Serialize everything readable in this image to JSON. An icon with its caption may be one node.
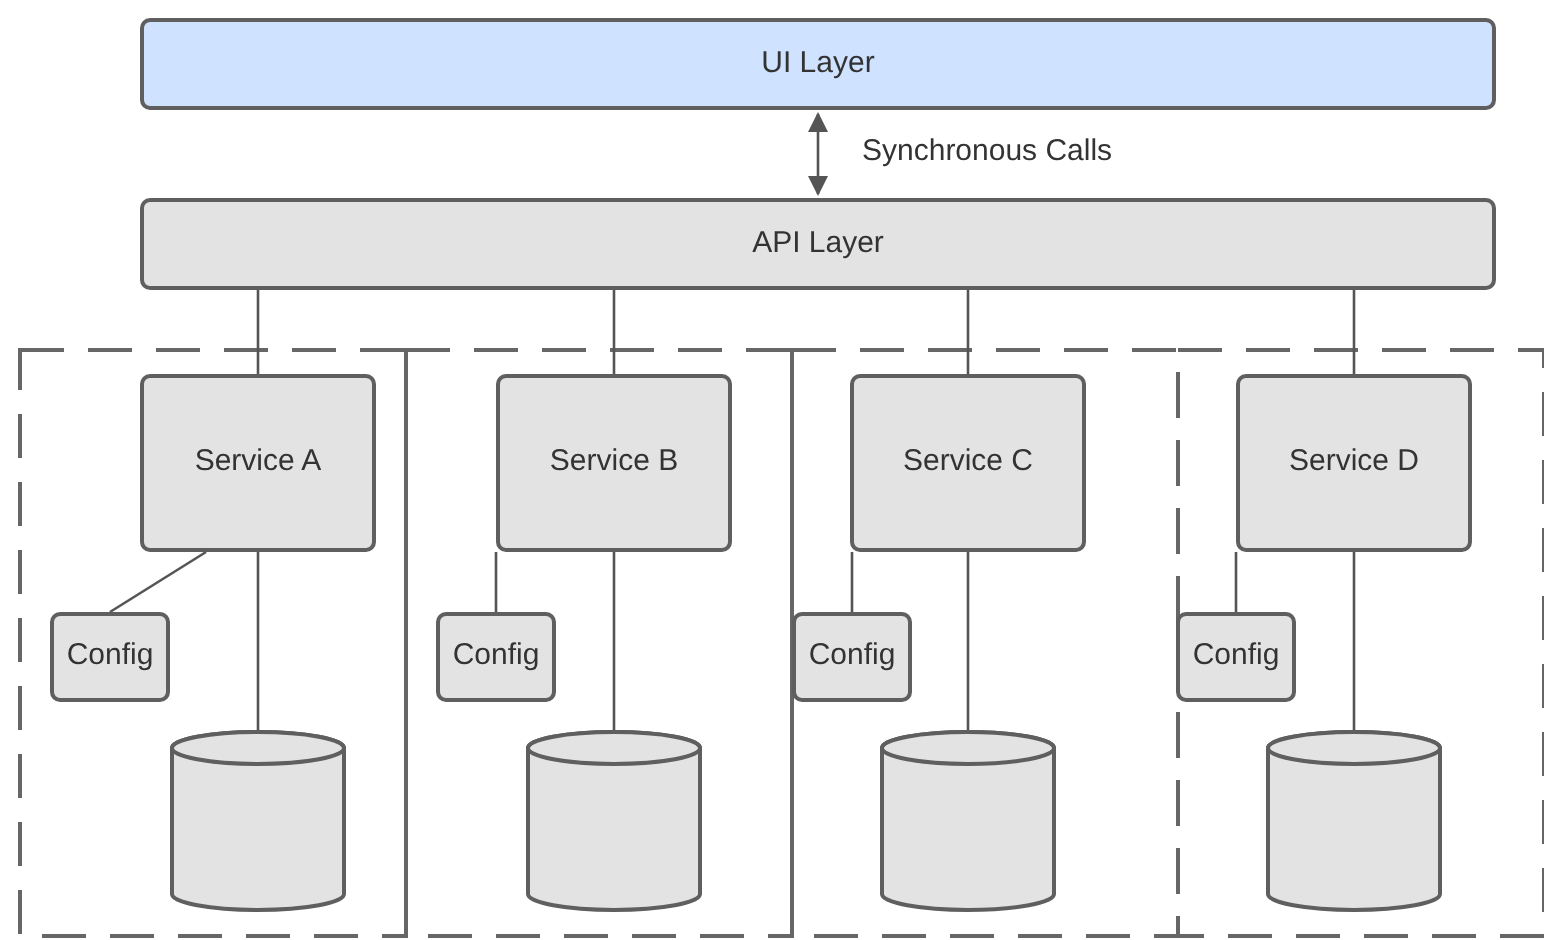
{
  "diagram": {
    "nodes": [
      {
        "text": [
          "UI Layer"
        ]
      },
      {
        "text": [
          "API Layer"
        ]
      },
      {
        "text": [],
        "shape": "box"
      },
      {
        "text": [
          "Service A"
        ],
        "in": 2
      },
      {
        "text": [
          "Config"
        ],
        "in": 2
      },
      {
        "text": [],
        "shape": "cylinder",
        "in": 2
      },
      {
        "text": [],
        "shape": "box"
      },
      {
        "text": [
          "Service B"
        ],
        "in": 6
      },
      {
        "text": [
          "Config"
        ],
        "in": 6
      },
      {
        "text": [],
        "shape": "cylinder",
        "in": 6
      },
      {
        "text": [],
        "shape": "box"
      },
      {
        "text": [
          "Service C"
        ],
        "in": 10
      },
      {
        "text": [
          "Config"
        ],
        "in": 10
      },
      {
        "text": [],
        "shape": "cylinder",
        "in": 10
      },
      {
        "text": [],
        "shape": "box"
      },
      {
        "text": [
          "Service D"
        ],
        "in": 14
      },
      {
        "text": [
          "Config"
        ],
        "in": 14
      },
      {
        "text": [],
        "shape": "cylinder",
        "in": 14
      }
    ],
    "edges": [
      {
        "from": 0,
        "to": 1,
        "arrow": "both",
        "label": "Synchronous Calls"
      },
      {
        "from": 1,
        "to": 3,
        "arrow": "none"
      },
      {
        "from": 3,
        "to": 4,
        "arrow": "none"
      },
      {
        "from": 3,
        "to": 5,
        "arrow": "none"
      },
      {
        "from": 1,
        "to": 7,
        "arrow": "none"
      },
      {
        "from": 7,
        "to": 8,
        "arrow": "none"
      },
      {
        "from": 7,
        "to": 9,
        "arrow": "none"
      },
      {
        "from": 1,
        "to": 11,
        "arrow": "none"
      },
      {
        "from": 11,
        "to": 12,
        "arrow": "none"
      },
      {
        "from": 11,
        "to": 13,
        "arrow": "none"
      },
      {
        "from": 1,
        "to": 15,
        "arrow": "none"
      },
      {
        "from": 15,
        "to": 16,
        "arrow": "none"
      },
      {
        "from": 15,
        "to": 17,
        "arrow": "none"
      }
    ]
  }
}
